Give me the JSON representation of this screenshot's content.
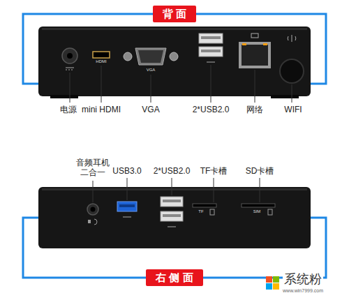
{
  "diagram": {
    "nodes": [
      {
        "text": [
          "背 面"
        ]
      },
      {
        "text": [
          "右 侧 面"
        ]
      }
    ],
    "labels": [
      "电源",
      "mini HDMI",
      "VGA",
      "2*USB2.0",
      "网络",
      "WIFI",
      "音频耳机 二合一",
      "USB3.0",
      "2*USB2.0",
      "TF卡槽",
      "SD卡槽",
      "HDMI",
      "VGA",
      "TF",
      "SIM",
      "系统粉",
      "www.win7999.com"
    ]
  }
}
